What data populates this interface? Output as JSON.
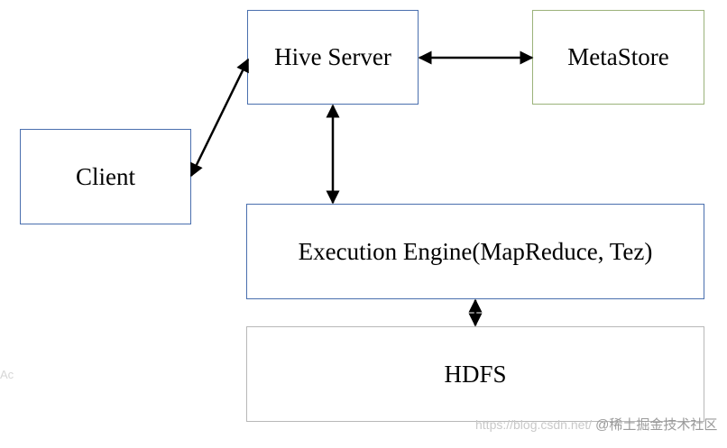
{
  "nodes": {
    "client": "Client",
    "hive_server": "Hive Server",
    "metastore": "MetaStore",
    "execution_engine": "Execution Engine(MapReduce, Tez)",
    "hdfs": "HDFS"
  },
  "colors": {
    "hive_border": "#4a6fae",
    "metastore_border": "#9bb27a",
    "arrow": "#000000"
  },
  "watermark": {
    "url": "https://blog.csdn.net/",
    "brand": "@稀土掘金技术社区"
  },
  "edge_text": "Ac"
}
